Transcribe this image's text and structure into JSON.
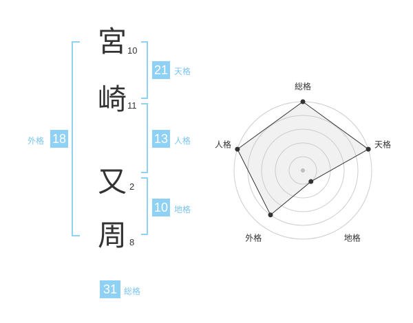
{
  "name": {
    "chars": [
      {
        "char": "宮",
        "strokes": "10"
      },
      {
        "char": "崎",
        "strokes": "11"
      },
      {
        "char": "又",
        "strokes": "2"
      },
      {
        "char": "周",
        "strokes": "8"
      }
    ]
  },
  "kaku": {
    "tenkaku": {
      "value": "21",
      "label": "天格"
    },
    "jinkaku": {
      "value": "13",
      "label": "人格"
    },
    "chikaku": {
      "value": "10",
      "label": "地格"
    },
    "gaikaku": {
      "value": "18",
      "label": "外格"
    },
    "soukaku": {
      "value": "31",
      "label": "総格"
    }
  },
  "colors": {
    "accent": "#8fd0f5",
    "label": "#7cc4ee",
    "text": "#333333"
  },
  "chart_data": {
    "type": "radar",
    "axes": [
      "総格",
      "天格",
      "地格",
      "外格",
      "人格"
    ],
    "values": [
      5,
      5,
      1,
      4,
      5
    ],
    "rmax": 5,
    "rings": 5
  }
}
